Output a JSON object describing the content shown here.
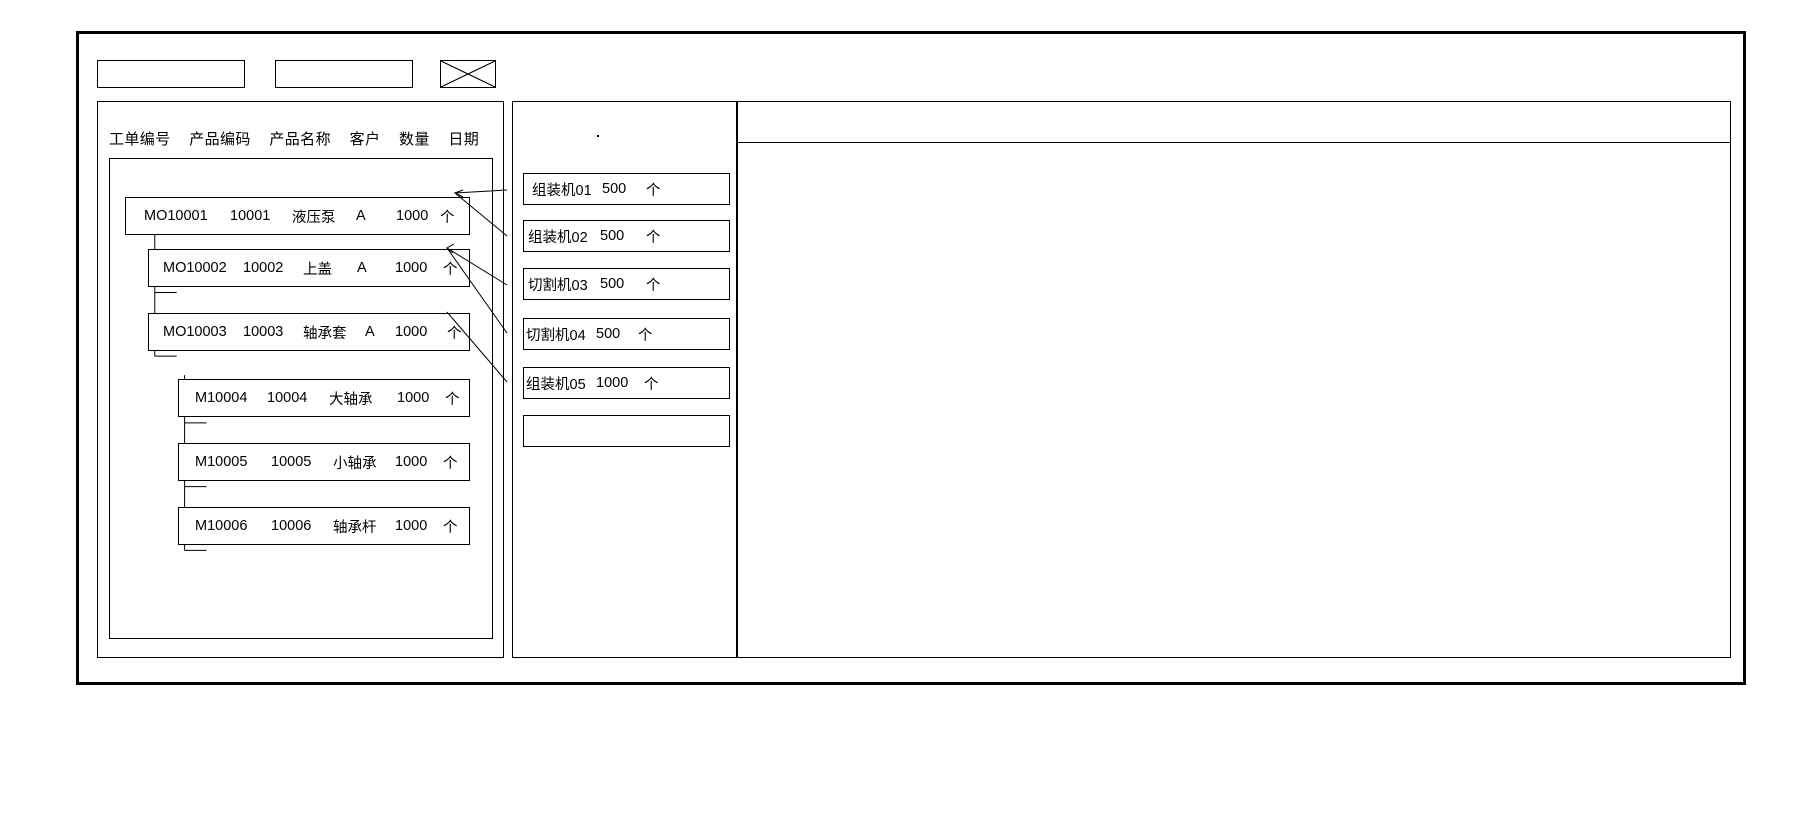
{
  "window": {
    "title": ""
  },
  "toolbar": {
    "items": [
      {
        "name": "toolbar-field-1",
        "label": "",
        "shape": "rectangle"
      },
      {
        "name": "toolbar-field-2",
        "label": "",
        "shape": "rectangle"
      },
      {
        "name": "toolbar-crossed-box",
        "label": "",
        "shape": "crossed-box"
      }
    ]
  },
  "left_panel": {
    "columns": [
      "工单编号",
      "产品编码",
      "产品名称",
      "客户",
      "数量",
      "日期"
    ],
    "rows": [
      {
        "order_no": "MO10001",
        "product_code": "10001",
        "product_name": "液压泵",
        "customer": "A",
        "qty": "1000",
        "unit": "个",
        "level": 0
      },
      {
        "order_no": "MO10002",
        "product_code": "10002",
        "product_name": "上盖",
        "customer": "A",
        "qty": "1000",
        "unit": "个",
        "level": 1
      },
      {
        "order_no": "MO10003",
        "product_code": "10003",
        "product_name": "轴承套",
        "customer": "A",
        "qty": "1000",
        "unit": "个",
        "level": 1
      },
      {
        "order_no": "M10004",
        "product_code": "10004",
        "product_name": "大轴承",
        "customer": "",
        "qty": "1000",
        "unit": "个",
        "level": 2
      },
      {
        "order_no": "M10005",
        "product_code": "10005",
        "product_name": "小轴承",
        "customer": "",
        "qty": "1000",
        "unit": "个",
        "level": 2
      },
      {
        "order_no": "M10006",
        "product_code": "10006",
        "product_name": "轴承杆",
        "customer": "",
        "qty": "1000",
        "unit": "个",
        "level": 2
      }
    ]
  },
  "mid_panel": {
    "cards": [
      {
        "machine": "组装机01",
        "qty": "500",
        "unit": "个"
      },
      {
        "machine": "组装机02",
        "qty": "500",
        "unit": "个"
      },
      {
        "machine": "切割机03",
        "qty": "500",
        "unit": "个"
      },
      {
        "machine": "切割机04",
        "qty": "500",
        "unit": "个"
      },
      {
        "machine": "组装机05",
        "qty": "1000",
        "unit": "个"
      },
      {
        "machine": "",
        "qty": "",
        "unit": ""
      }
    ]
  },
  "right_panel": {
    "header_text": "",
    "body_text": ""
  },
  "colors": {
    "stroke": "#000000",
    "background": "#ffffff"
  }
}
